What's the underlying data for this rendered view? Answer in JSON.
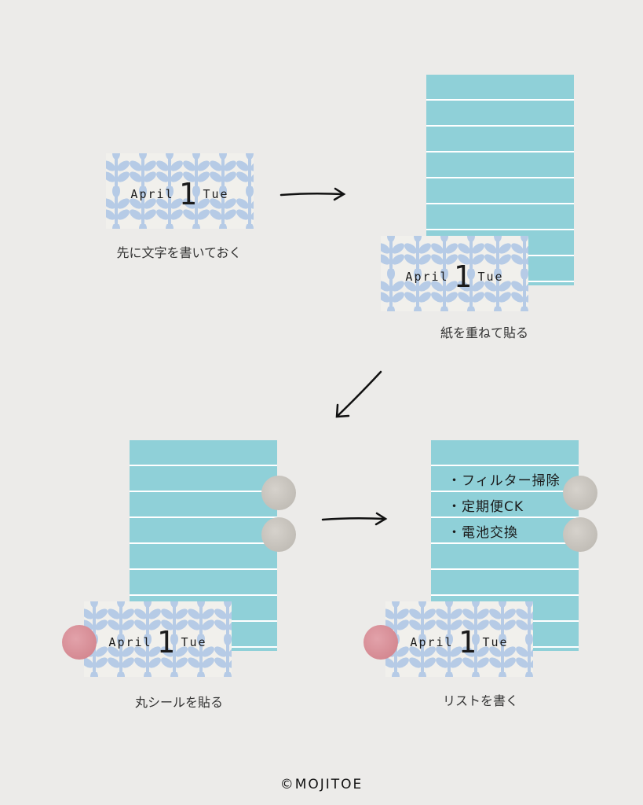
{
  "label": {
    "month": "April",
    "day": "1",
    "weekday": "Tue"
  },
  "steps": [
    {
      "caption": "先に文字を書いておく"
    },
    {
      "caption": "紙を重ねて貼る"
    },
    {
      "caption": "丸シールを貼る"
    },
    {
      "caption": "リストを書く"
    }
  ],
  "list_items": [
    "・フィルター掃除",
    "・定期便CK",
    "・電池交換"
  ],
  "watermark": "©MOJITOE",
  "colors": {
    "background": "#ecebe9",
    "paper": "#8fd0d8",
    "pattern": "#b6cbe6",
    "seal_gray": "#c8c4be",
    "seal_pink": "#d9909a"
  }
}
